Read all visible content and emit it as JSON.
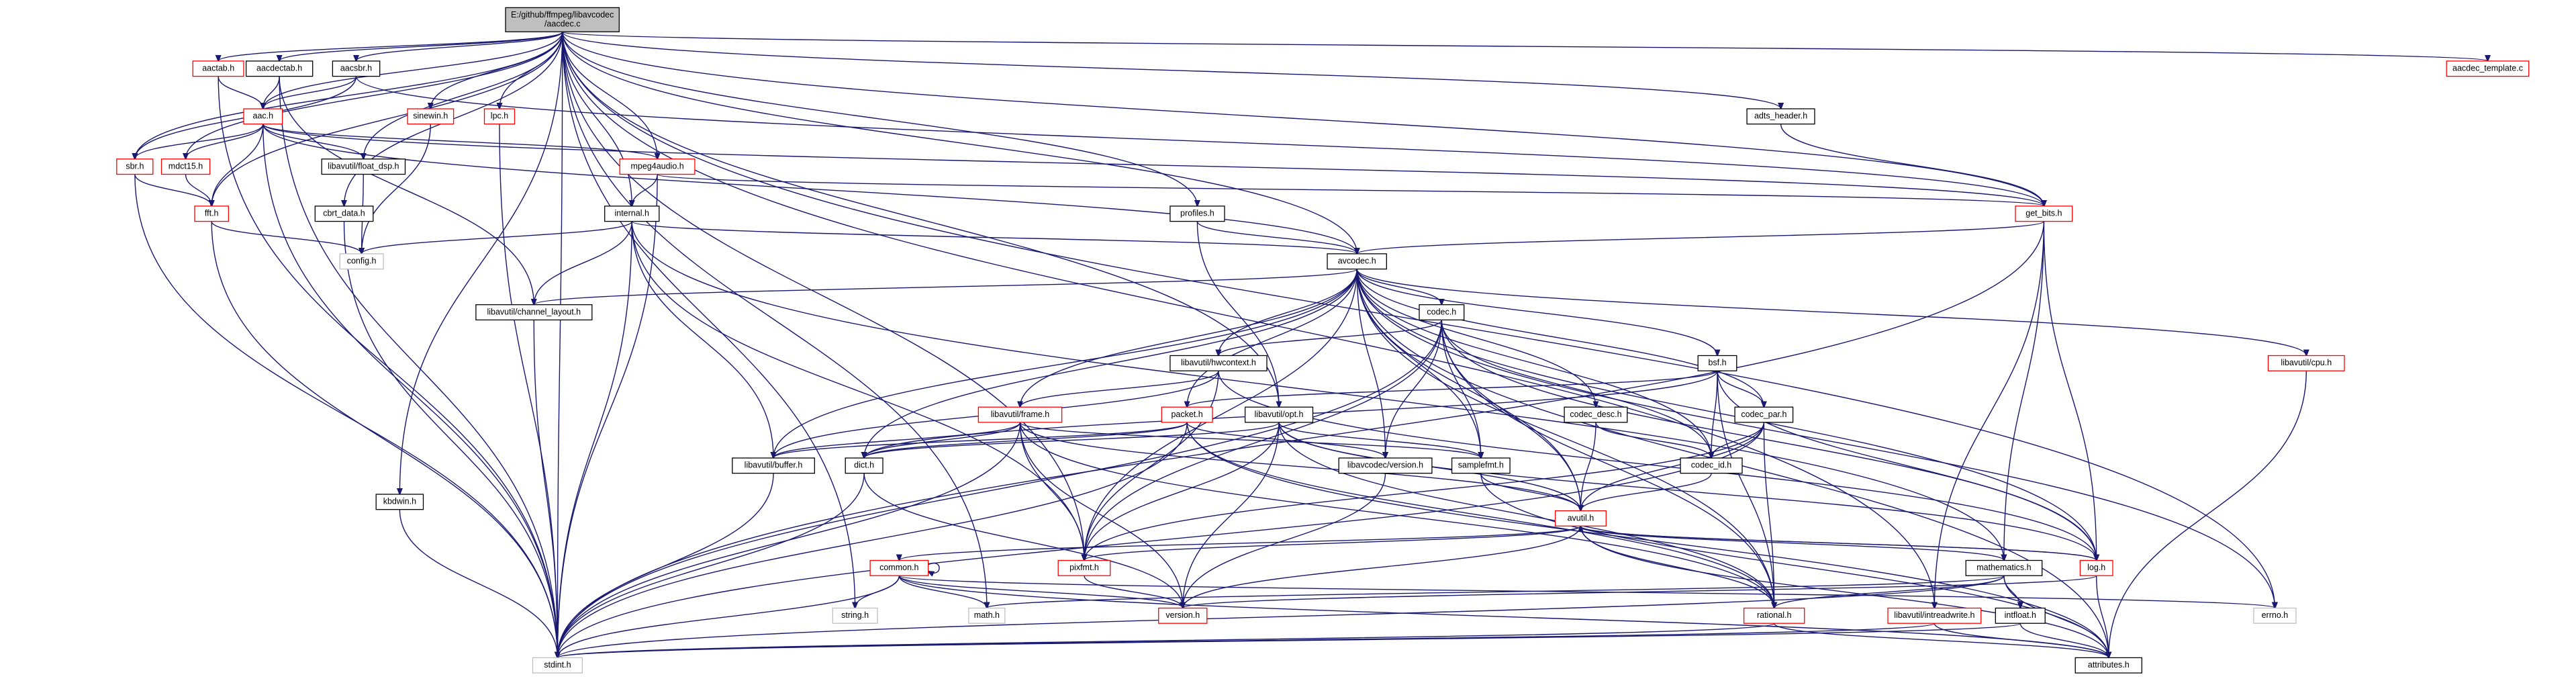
{
  "colors": {
    "edge": "#191970",
    "border_default": "#000000",
    "border_red": "#ff0000",
    "border_gray": "#bfbfbf",
    "fill_default": "#ffffff",
    "fill_root": "#bfbfbf"
  },
  "nodes": [
    {
      "id": "root",
      "lines": [
        "E:/github/ffmpeg/libavcodec",
        "/aacdec.c"
      ],
      "style": "root"
    },
    {
      "id": "aactab",
      "lines": [
        "aactab.h"
      ],
      "style": "red"
    },
    {
      "id": "aacdectab",
      "lines": [
        "aacdectab.h"
      ],
      "style": "black"
    },
    {
      "id": "aacsbr",
      "lines": [
        "aacsbr.h"
      ],
      "style": "black"
    },
    {
      "id": "aac",
      "lines": [
        "aac.h"
      ],
      "style": "red"
    },
    {
      "id": "sbr",
      "lines": [
        "sbr.h"
      ],
      "style": "red"
    },
    {
      "id": "mdct15",
      "lines": [
        "mdct15.h"
      ],
      "style": "red"
    },
    {
      "id": "fft",
      "lines": [
        "fft.h"
      ],
      "style": "red"
    },
    {
      "id": "float_dsp",
      "lines": [
        "libavutil/float_dsp.h"
      ],
      "style": "black"
    },
    {
      "id": "sinewin",
      "lines": [
        "sinewin.h"
      ],
      "style": "red"
    },
    {
      "id": "lpc",
      "lines": [
        "lpc.h"
      ],
      "style": "red"
    },
    {
      "id": "mpeg4audio",
      "lines": [
        "mpeg4audio.h"
      ],
      "style": "red"
    },
    {
      "id": "cbrt_data",
      "lines": [
        "cbrt_data.h"
      ],
      "style": "black"
    },
    {
      "id": "config",
      "lines": [
        "config.h"
      ],
      "style": "gray"
    },
    {
      "id": "internal",
      "lines": [
        "internal.h"
      ],
      "style": "black"
    },
    {
      "id": "channel_layout",
      "lines": [
        "libavutil/channel_layout.h"
      ],
      "style": "black"
    },
    {
      "id": "kbdwin",
      "lines": [
        "kbdwin.h"
      ],
      "style": "black"
    },
    {
      "id": "profiles",
      "lines": [
        "profiles.h"
      ],
      "style": "black"
    },
    {
      "id": "adts_header",
      "lines": [
        "adts_header.h"
      ],
      "style": "black"
    },
    {
      "id": "get_bits",
      "lines": [
        "get_bits.h"
      ],
      "style": "red"
    },
    {
      "id": "aacdec_template",
      "lines": [
        "aacdec_template.c"
      ],
      "style": "red"
    },
    {
      "id": "avcodec",
      "lines": [
        "avcodec.h"
      ],
      "style": "black"
    },
    {
      "id": "codec",
      "lines": [
        "codec.h"
      ],
      "style": "black"
    },
    {
      "id": "hwcontext",
      "lines": [
        "libavutil/hwcontext.h"
      ],
      "style": "black"
    },
    {
      "id": "frame",
      "lines": [
        "libavutil/frame.h"
      ],
      "style": "red"
    },
    {
      "id": "buffer",
      "lines": [
        "libavutil/buffer.h"
      ],
      "style": "black"
    },
    {
      "id": "dict",
      "lines": [
        "dict.h"
      ],
      "style": "black"
    },
    {
      "id": "packet",
      "lines": [
        "packet.h"
      ],
      "style": "red"
    },
    {
      "id": "opt",
      "lines": [
        "libavutil/opt.h"
      ],
      "style": "black"
    },
    {
      "id": "avcodec_version",
      "lines": [
        "libavcodec/version.h"
      ],
      "style": "black"
    },
    {
      "id": "samplefmt",
      "lines": [
        "samplefmt.h"
      ],
      "style": "black"
    },
    {
      "id": "codec_desc",
      "lines": [
        "codec_desc.h"
      ],
      "style": "black"
    },
    {
      "id": "bsf",
      "lines": [
        "bsf.h"
      ],
      "style": "black"
    },
    {
      "id": "codec_par",
      "lines": [
        "codec_par.h"
      ],
      "style": "black"
    },
    {
      "id": "codec_id",
      "lines": [
        "codec_id.h"
      ],
      "style": "black"
    },
    {
      "id": "avutil",
      "lines": [
        "avutil.h"
      ],
      "style": "red"
    },
    {
      "id": "common",
      "lines": [
        "common.h"
      ],
      "style": "red"
    },
    {
      "id": "pixfmt",
      "lines": [
        "pixfmt.h"
      ],
      "style": "red"
    },
    {
      "id": "mathematics",
      "lines": [
        "mathematics.h"
      ],
      "style": "black"
    },
    {
      "id": "log",
      "lines": [
        "log.h"
      ],
      "style": "red"
    },
    {
      "id": "cpu",
      "lines": [
        "libavutil/cpu.h"
      ],
      "style": "red"
    },
    {
      "id": "string",
      "lines": [
        "string.h"
      ],
      "style": "gray"
    },
    {
      "id": "math",
      "lines": [
        "math.h"
      ],
      "style": "gray"
    },
    {
      "id": "version",
      "lines": [
        "version.h"
      ],
      "style": "red"
    },
    {
      "id": "rational",
      "lines": [
        "rational.h"
      ],
      "style": "red"
    },
    {
      "id": "intreadwrite",
      "lines": [
        "libavutil/intreadwrite.h"
      ],
      "style": "red"
    },
    {
      "id": "intfloat",
      "lines": [
        "intfloat.h"
      ],
      "style": "black"
    },
    {
      "id": "errno",
      "lines": [
        "errno.h"
      ],
      "style": "gray"
    },
    {
      "id": "stdint",
      "lines": [
        "stdint.h"
      ],
      "style": "gray"
    },
    {
      "id": "attributes",
      "lines": [
        "attributes.h"
      ],
      "style": "black"
    }
  ],
  "edges": [
    [
      "root",
      "aactab"
    ],
    [
      "root",
      "aacdectab"
    ],
    [
      "root",
      "aacsbr"
    ],
    [
      "root",
      "aac"
    ],
    [
      "root",
      "sbr"
    ],
    [
      "root",
      "mdct15"
    ],
    [
      "root",
      "fft"
    ],
    [
      "root",
      "sinewin"
    ],
    [
      "root",
      "lpc"
    ],
    [
      "root",
      "mpeg4audio"
    ],
    [
      "root",
      "internal"
    ],
    [
      "root",
      "float_dsp"
    ],
    [
      "root",
      "cbrt_data"
    ],
    [
      "root",
      "kbdwin"
    ],
    [
      "root",
      "profiles"
    ],
    [
      "root",
      "adts_header"
    ],
    [
      "root",
      "get_bits"
    ],
    [
      "root",
      "aacdec_template"
    ],
    [
      "root",
      "avcodec"
    ],
    [
      "root",
      "string"
    ],
    [
      "root",
      "math"
    ],
    [
      "root",
      "stdint"
    ],
    [
      "root",
      "errno"
    ],
    [
      "root",
      "intreadwrite"
    ],
    [
      "root",
      "opt"
    ],
    [
      "root",
      "pixfmt"
    ],
    [
      "aactab",
      "aac"
    ],
    [
      "aactab",
      "stdint"
    ],
    [
      "aacdectab",
      "aac"
    ],
    [
      "aacdectab",
      "channel_layout"
    ],
    [
      "aacdectab",
      "stdint"
    ],
    [
      "aacsbr",
      "aac"
    ],
    [
      "aacsbr",
      "sbr"
    ],
    [
      "aacsbr",
      "get_bits"
    ],
    [
      "aac",
      "sbr"
    ],
    [
      "aac",
      "mdct15"
    ],
    [
      "aac",
      "fft"
    ],
    [
      "aac",
      "float_dsp"
    ],
    [
      "aac",
      "mpeg4audio"
    ],
    [
      "aac",
      "avcodec"
    ],
    [
      "aac",
      "stdint"
    ],
    [
      "aac",
      "get_bits"
    ],
    [
      "sbr",
      "fft"
    ],
    [
      "sbr",
      "stdint"
    ],
    [
      "mdct15",
      "fft"
    ],
    [
      "fft",
      "config"
    ],
    [
      "fft",
      "stdint"
    ],
    [
      "float_dsp",
      "config"
    ],
    [
      "sinewin",
      "config"
    ],
    [
      "lpc",
      "stdint"
    ],
    [
      "mpeg4audio",
      "get_bits"
    ],
    [
      "mpeg4audio",
      "internal"
    ],
    [
      "mpeg4audio",
      "stdint"
    ],
    [
      "cbrt_data",
      "stdint"
    ],
    [
      "kbdwin",
      "stdint"
    ],
    [
      "internal",
      "config"
    ],
    [
      "internal",
      "channel_layout"
    ],
    [
      "internal",
      "buffer"
    ],
    [
      "internal",
      "avcodec"
    ],
    [
      "internal",
      "stdint"
    ],
    [
      "internal",
      "pixfmt"
    ],
    [
      "internal",
      "mathematics"
    ],
    [
      "channel_layout",
      "stdint"
    ],
    [
      "profiles",
      "avcodec"
    ],
    [
      "profiles",
      "opt"
    ],
    [
      "adts_header",
      "get_bits"
    ],
    [
      "get_bits",
      "avcodec"
    ],
    [
      "get_bits",
      "log"
    ],
    [
      "get_bits",
      "intreadwrite"
    ],
    [
      "get_bits",
      "stdint"
    ],
    [
      "get_bits",
      "mathematics"
    ],
    [
      "avcodec",
      "codec"
    ],
    [
      "avcodec",
      "hwcontext"
    ],
    [
      "avcodec",
      "frame"
    ],
    [
      "avcodec",
      "buffer"
    ],
    [
      "avcodec",
      "dict"
    ],
    [
      "avcodec",
      "packet"
    ],
    [
      "avcodec",
      "avcodec_version"
    ],
    [
      "avcodec",
      "samplefmt"
    ],
    [
      "avcodec",
      "codec_desc"
    ],
    [
      "avcodec",
      "bsf"
    ],
    [
      "avcodec",
      "codec_par"
    ],
    [
      "avcodec",
      "codec_id"
    ],
    [
      "avcodec",
      "avutil"
    ],
    [
      "avcodec",
      "pixfmt"
    ],
    [
      "avcodec",
      "rational"
    ],
    [
      "avcodec",
      "log"
    ],
    [
      "avcodec",
      "cpu"
    ],
    [
      "avcodec",
      "attributes"
    ],
    [
      "avcodec",
      "errno"
    ],
    [
      "avcodec",
      "channel_layout"
    ],
    [
      "codec",
      "hwcontext"
    ],
    [
      "codec",
      "avcodec_version"
    ],
    [
      "codec",
      "samplefmt"
    ],
    [
      "codec",
      "codec_id"
    ],
    [
      "codec",
      "avutil"
    ],
    [
      "codec",
      "rational"
    ],
    [
      "codec",
      "log"
    ],
    [
      "codec",
      "stdint"
    ],
    [
      "codec",
      "pixfmt"
    ],
    [
      "hwcontext",
      "frame"
    ],
    [
      "hwcontext",
      "buffer"
    ],
    [
      "hwcontext",
      "pixfmt"
    ],
    [
      "hwcontext",
      "log"
    ],
    [
      "frame",
      "buffer"
    ],
    [
      "frame",
      "dict"
    ],
    [
      "frame",
      "avutil"
    ],
    [
      "frame",
      "rational"
    ],
    [
      "frame",
      "pixfmt"
    ],
    [
      "frame",
      "samplefmt"
    ],
    [
      "frame",
      "stdint"
    ],
    [
      "frame",
      "version"
    ],
    [
      "buffer",
      "stdint"
    ],
    [
      "dict",
      "stdint"
    ],
    [
      "dict",
      "version"
    ],
    [
      "packet",
      "buffer"
    ],
    [
      "packet",
      "dict"
    ],
    [
      "packet",
      "avcodec_version"
    ],
    [
      "packet",
      "attributes"
    ],
    [
      "packet",
      "rational"
    ],
    [
      "packet",
      "stdint"
    ],
    [
      "opt",
      "dict"
    ],
    [
      "opt",
      "rational"
    ],
    [
      "opt",
      "pixfmt"
    ],
    [
      "opt",
      "samplefmt"
    ],
    [
      "opt",
      "log"
    ],
    [
      "opt",
      "version"
    ],
    [
      "opt",
      "avutil"
    ],
    [
      "avcodec_version",
      "version"
    ],
    [
      "samplefmt",
      "avutil"
    ],
    [
      "samplefmt",
      "attributes"
    ],
    [
      "codec_desc",
      "avutil"
    ],
    [
      "codec_desc",
      "codec_id"
    ],
    [
      "bsf",
      "dict"
    ],
    [
      "bsf",
      "log"
    ],
    [
      "bsf",
      "rational"
    ],
    [
      "bsf",
      "codec_id"
    ],
    [
      "bsf",
      "codec_par"
    ],
    [
      "bsf",
      "packet"
    ],
    [
      "codec_par",
      "avutil"
    ],
    [
      "codec_par",
      "rational"
    ],
    [
      "codec_par",
      "pixfmt"
    ],
    [
      "codec_par",
      "codec_id"
    ],
    [
      "codec_par",
      "stdint"
    ],
    [
      "codec_id",
      "avutil"
    ],
    [
      "avutil",
      "common"
    ],
    [
      "avutil",
      "pixfmt"
    ],
    [
      "avutil",
      "mathematics"
    ],
    [
      "avutil",
      "log"
    ],
    [
      "avutil",
      "rational"
    ],
    [
      "avutil",
      "version"
    ],
    [
      "avutil",
      "attributes"
    ],
    [
      "common",
      "string"
    ],
    [
      "common",
      "math"
    ],
    [
      "common",
      "stdint"
    ],
    [
      "common",
      "errno"
    ],
    [
      "common",
      "attributes"
    ],
    [
      "common",
      "version"
    ],
    [
      "common",
      "common"
    ],
    [
      "pixfmt",
      "version"
    ],
    [
      "mathematics",
      "stdint"
    ],
    [
      "mathematics",
      "math"
    ],
    [
      "mathematics",
      "attributes"
    ],
    [
      "mathematics",
      "rational"
    ],
    [
      "mathematics",
      "intfloat"
    ],
    [
      "log",
      "avutil"
    ],
    [
      "log",
      "attributes"
    ],
    [
      "log",
      "version"
    ],
    [
      "cpu",
      "attributes"
    ],
    [
      "rational",
      "stdint"
    ],
    [
      "rational",
      "attributes"
    ],
    [
      "intreadwrite",
      "stdint"
    ],
    [
      "intreadwrite",
      "attributes"
    ],
    [
      "intfloat",
      "stdint"
    ],
    [
      "intfloat",
      "attributes"
    ]
  ]
}
